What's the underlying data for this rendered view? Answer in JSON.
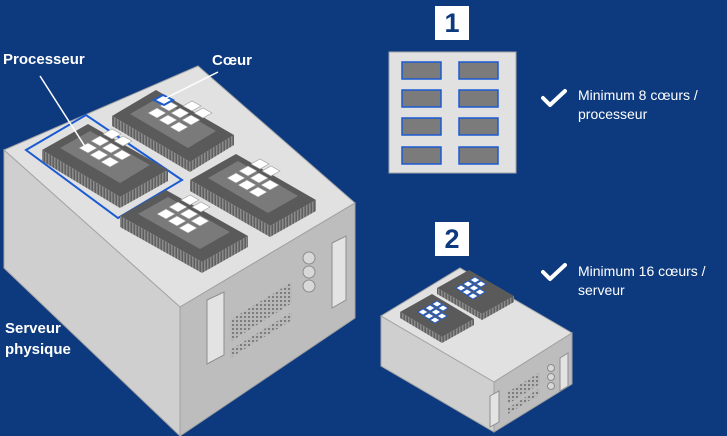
{
  "labels": {
    "processor": "Processeur",
    "core": "Cœur",
    "server": "Serveur",
    "server_line2": "physique"
  },
  "options": [
    {
      "number": "1",
      "text_line1": "Minimum 8 cœurs /",
      "text_line2": "processeur"
    },
    {
      "number": "2",
      "text_line1": "Minimum 16 cœurs /",
      "text_line2": "serveur"
    }
  ],
  "icons": {
    "check": "check-icon"
  },
  "colors": {
    "background": "#0d3a7e",
    "highlight": "#1a5bd1",
    "text": "#ffffff"
  }
}
